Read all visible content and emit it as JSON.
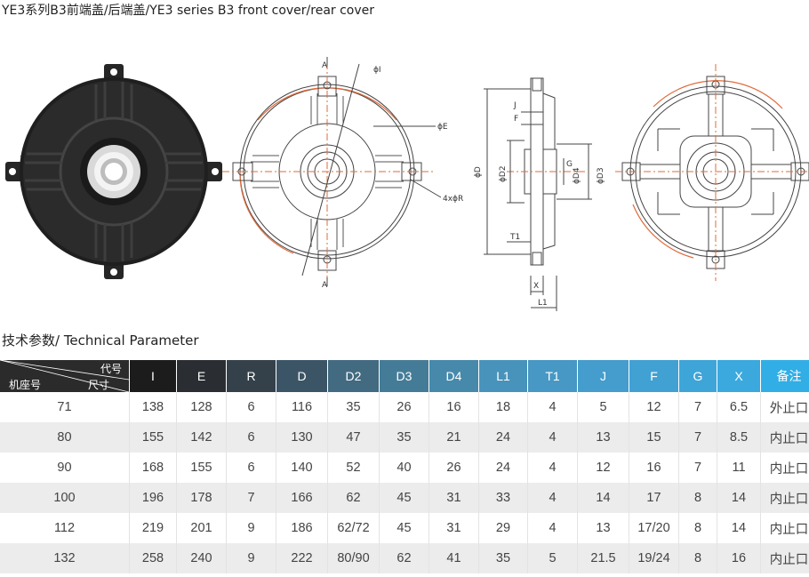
{
  "header": {
    "title": "YE3系列B3前端盖/后端盖/YE3 series B3 front cover/rear cover"
  },
  "drawing_labels": {
    "section_a_top": "A",
    "section_a_bottom": "A",
    "phi_i": "ϕI",
    "phi_e": "ϕE",
    "holes": "4xϕR",
    "j": "J",
    "f": "F",
    "phi_d": "ϕD",
    "phi_d2": "ϕD2",
    "g": "G",
    "phi_d4": "ϕD4",
    "phi_d3": "ϕD3",
    "t1": "T1",
    "x": "X",
    "l1": "L1"
  },
  "parameters": {
    "title": "技术参数/ Technical Parameter",
    "corner": {
      "top": "代号",
      "middle": "尺寸",
      "left": "机座号"
    },
    "columns": [
      "I",
      "E",
      "R",
      "D",
      "D2",
      "D3",
      "D4",
      "L1",
      "T1",
      "J",
      "F",
      "G",
      "X",
      "备注"
    ],
    "column_colors": [
      "#1c1c1c",
      "#2a2d31",
      "#34414b",
      "#3c5566",
      "#426a80",
      "#447c97",
      "#4689ab",
      "#4893bb",
      "#4798c4",
      "#449dcc",
      "#41a1d3",
      "#3ea5d9",
      "#3ba9de",
      "#31aee5"
    ],
    "rows": [
      [
        "71",
        "138",
        "128",
        "6",
        "116",
        "35",
        "26",
        "16",
        "18",
        "4",
        "5",
        "12",
        "7",
        "6.5",
        "外止口"
      ],
      [
        "80",
        "155",
        "142",
        "6",
        "130",
        "47",
        "35",
        "21",
        "24",
        "4",
        "13",
        "15",
        "7",
        "8.5",
        "内止口"
      ],
      [
        "90",
        "168",
        "155",
        "6",
        "140",
        "52",
        "40",
        "26",
        "24",
        "4",
        "12",
        "16",
        "7",
        "11",
        "内止口"
      ],
      [
        "100",
        "196",
        "178",
        "7",
        "166",
        "62",
        "45",
        "31",
        "33",
        "4",
        "14",
        "17",
        "8",
        "14",
        "内止口"
      ],
      [
        "112",
        "219",
        "201",
        "9",
        "186",
        "62/72",
        "45",
        "31",
        "29",
        "4",
        "13",
        "17/20",
        "8",
        "14",
        "内止口"
      ],
      [
        "132",
        "258",
        "240",
        "9",
        "222",
        "80/90",
        "62",
        "41",
        "35",
        "5",
        "21.5",
        "19/24",
        "8",
        "16",
        "内止口"
      ]
    ]
  }
}
